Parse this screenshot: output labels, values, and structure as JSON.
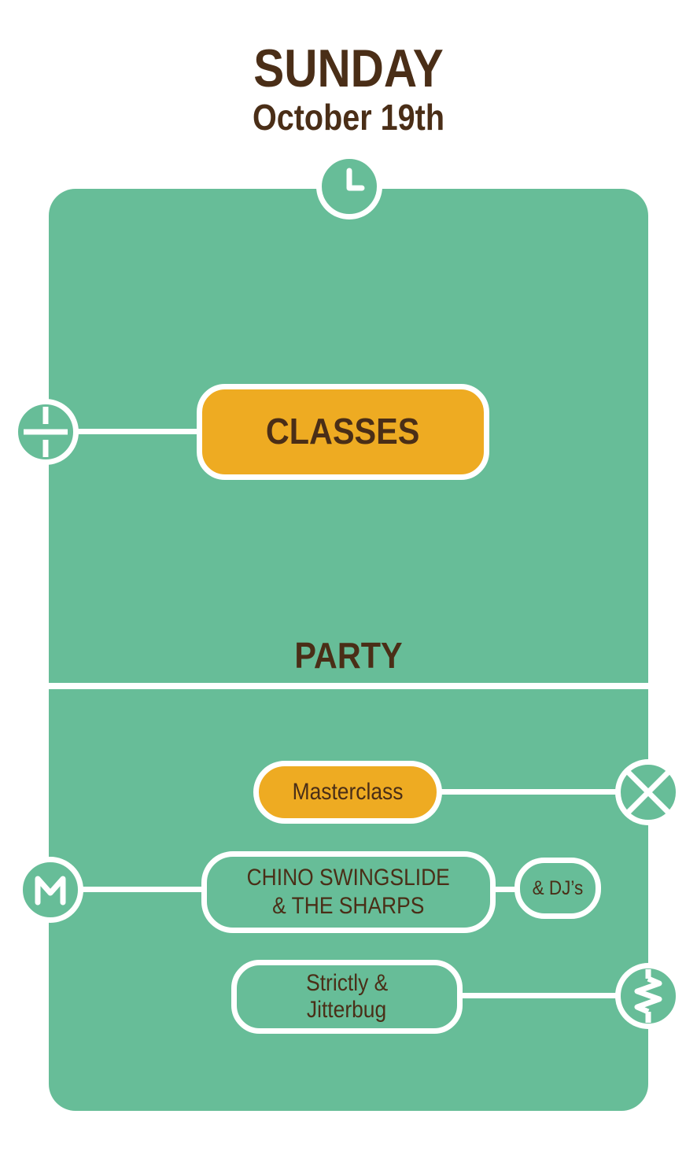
{
  "header": {
    "title": "SUNDAY",
    "date": "October 19th"
  },
  "schedule": {
    "classes_label": "CLASSES",
    "party_label": "PARTY",
    "masterclass_label": "Masterclass",
    "band_line1": "CHINO SWINGSLIDE",
    "band_line2": "& THE SHARPS",
    "djs_label": "& DJ’s",
    "venue_line1": "Strictly &",
    "venue_line2": "Jitterbug"
  },
  "icons": {
    "top": "clock-icon",
    "classes": "location-split-icon",
    "masterclass": "cross-icon",
    "band": "m-icon",
    "venue": "spring-icon"
  },
  "colors": {
    "panel": "#67bd98",
    "highlight": "#eeab22",
    "text": "#4a2e17",
    "stroke": "#ffffff"
  }
}
